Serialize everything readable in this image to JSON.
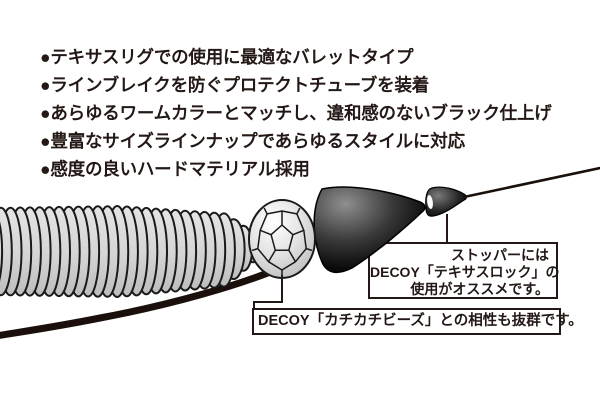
{
  "features": {
    "items": [
      "●テキサスリグでの使用に最適なバレットタイプ",
      "●ラインブレイクを防ぐプロテクトチューブを装着",
      "●あらゆるワームカラーとマッチし、違和感のないブラック仕上げ",
      "●豊富なサイズラインナップであらゆるスタイルに対応",
      "●感度の良いハードマテリアル採用"
    ]
  },
  "callouts": {
    "stopper": {
      "line1": "ストッパーには",
      "line2": "DECOY「テキサスロック」の",
      "line3": "使用がオススメです。"
    },
    "beads": {
      "text": "DECOY「カチカチビーズ」との相性も抜群です。"
    }
  },
  "colors": {
    "text": "#231815",
    "outline": "#1a1a1a",
    "worm_fill": "#d6d6d6",
    "sinker_dark": "#0a0a0a",
    "bead_fill": "#e0e0e0"
  }
}
